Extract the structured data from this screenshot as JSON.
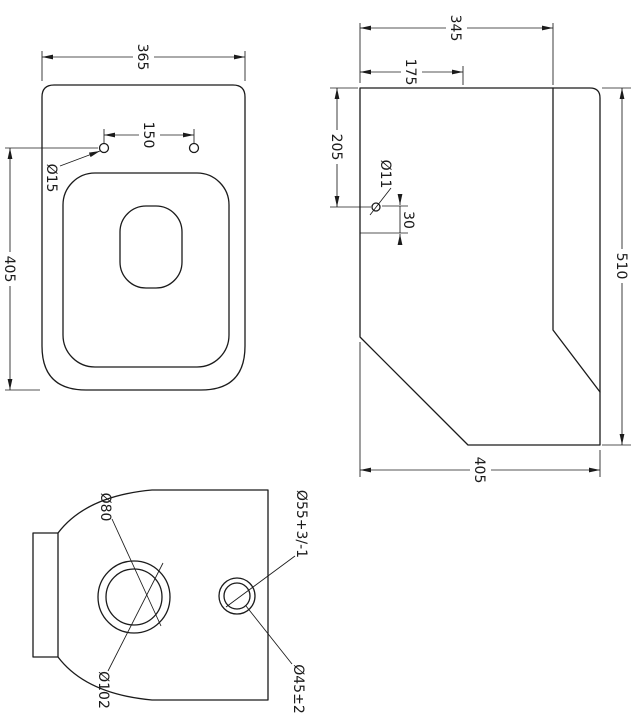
{
  "drawing": {
    "front_view": {
      "width": "365",
      "hole_spacing": "150",
      "hole_diameter": "Ø15",
      "height": "405"
    },
    "side_view": {
      "top_depth": "345",
      "top_inset": "175",
      "hole_drop": "205",
      "hole_diameter": "Ø11",
      "hole_offset": "30",
      "height": "510",
      "depth": "405"
    },
    "bottom_view": {
      "inlet_inner_diameter": "Ø80",
      "inlet_outer_diameter": "Ø102",
      "outlet_outer_diameter": "Ø55+3/-1",
      "outlet_inner_diameter": "Ø45±2"
    }
  }
}
